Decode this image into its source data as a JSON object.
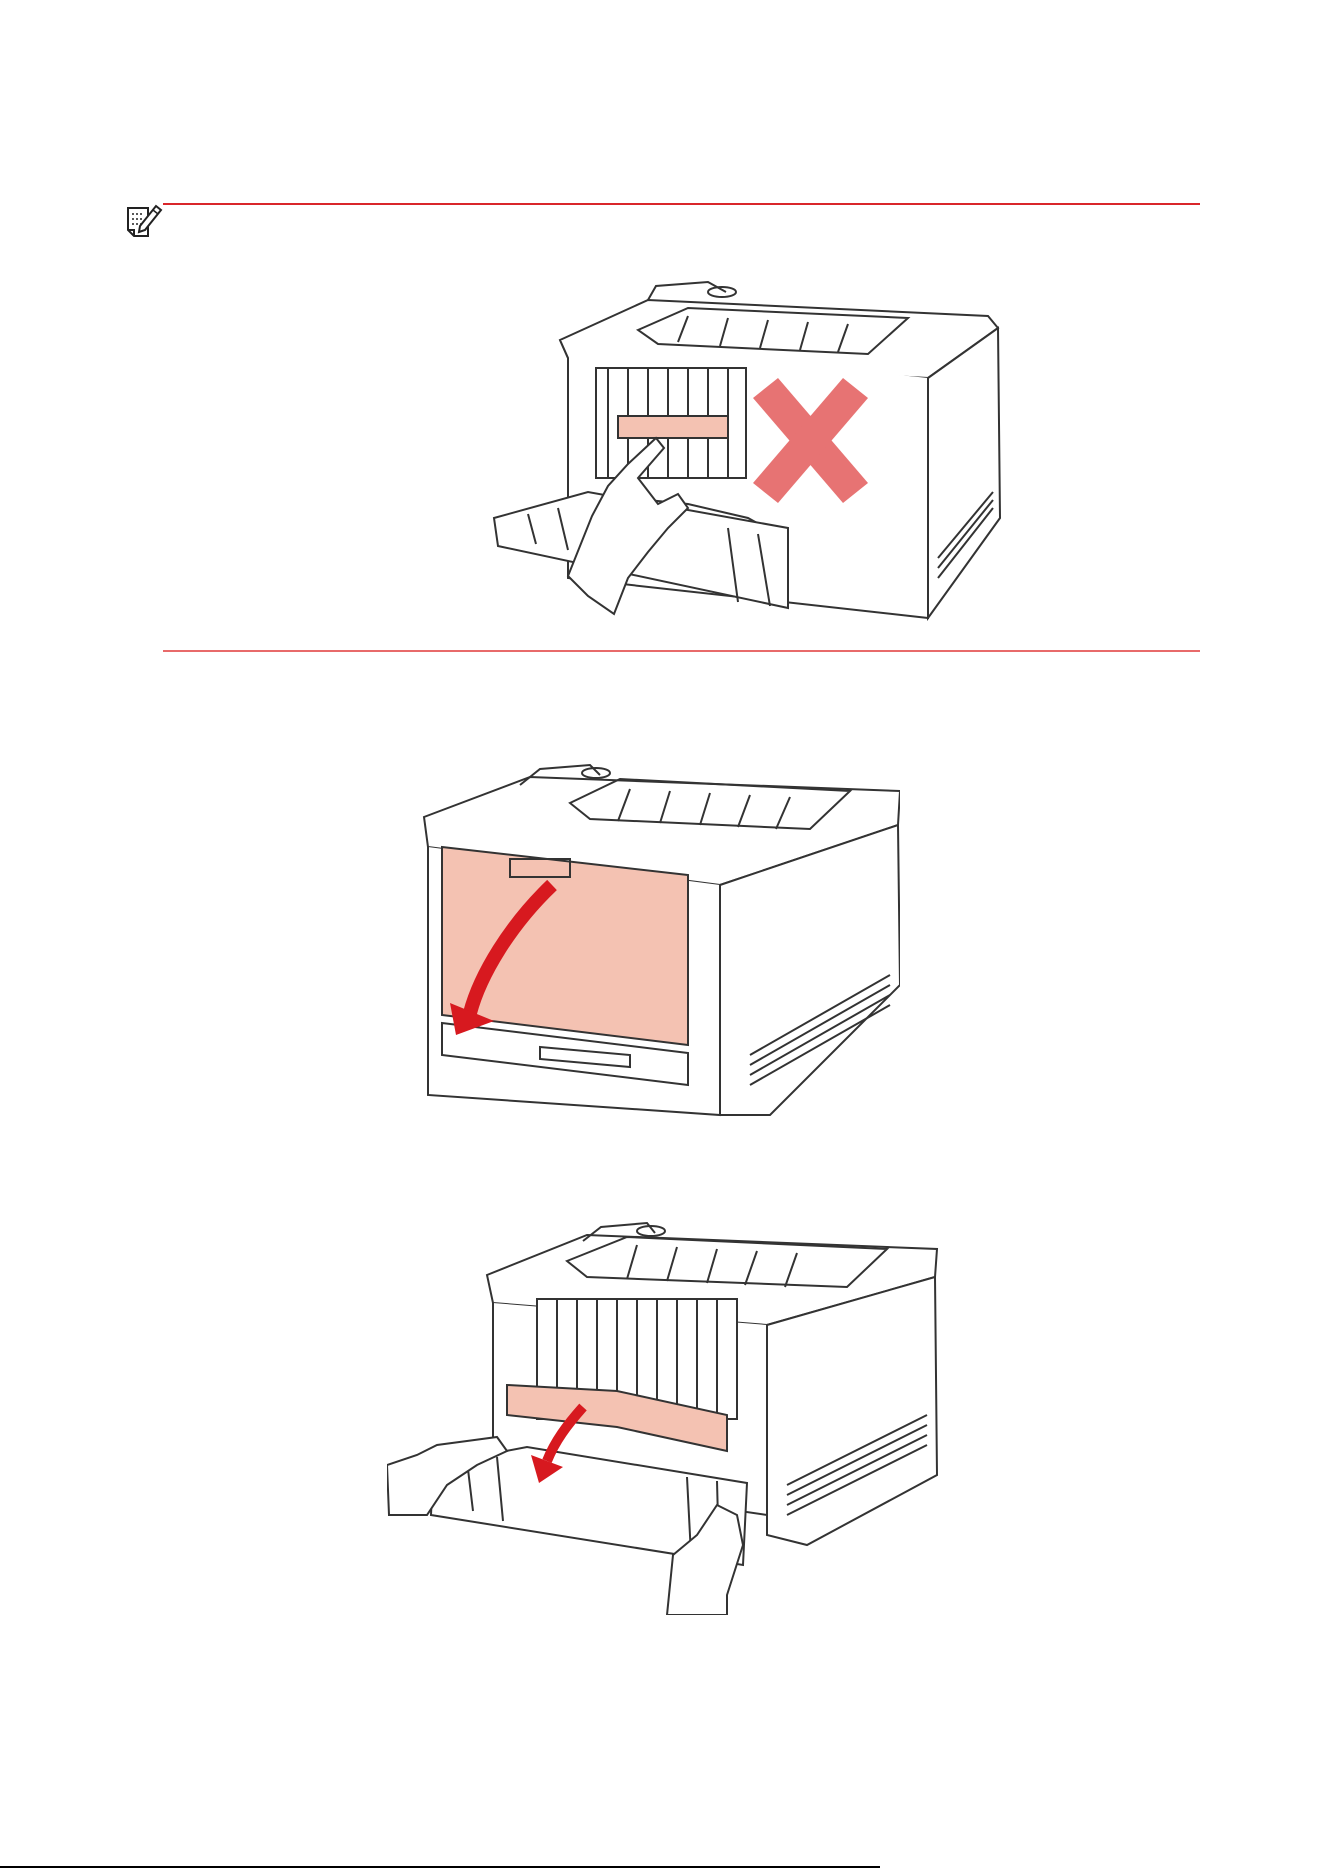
{
  "document": {
    "note_icon": "note-pencil-icon",
    "colors": {
      "rule": "#d9262b",
      "highlight": "#f4c2b2",
      "arrow": "#d7191f",
      "cross": "#e35b5b",
      "line": "#333333"
    },
    "figures": [
      {
        "name": "do-not-touch-fuser-figure",
        "icon": "prohibited-cross-icon"
      },
      {
        "name": "open-rear-cover-figure",
        "icon": "down-arrow-icon"
      },
      {
        "name": "remove-jammed-paper-figure",
        "icon": "pull-arrow-icon"
      }
    ]
  }
}
